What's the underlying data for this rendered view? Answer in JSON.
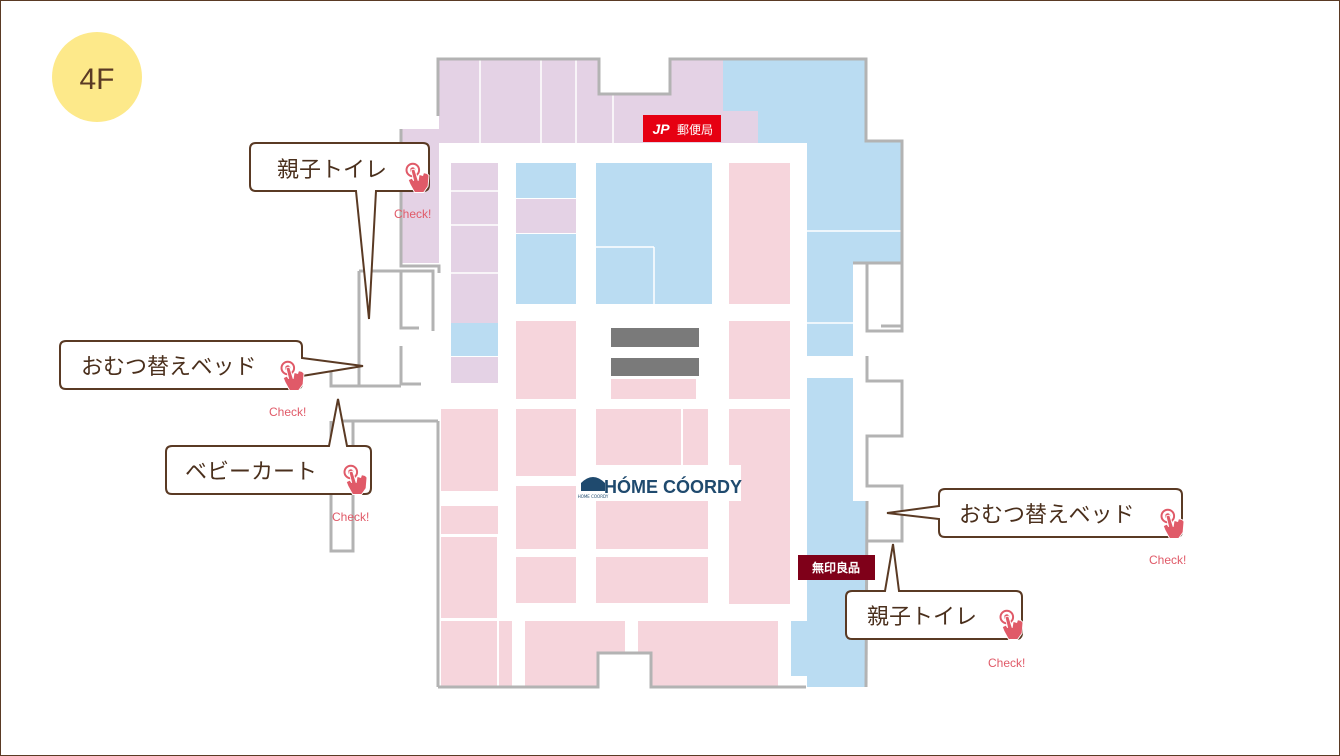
{
  "floor_label": "4F",
  "shops": {
    "post_office": "郵便局",
    "post_office_logo": "JP",
    "home_coordy": "HÓME CÓORDY",
    "home_coordy_sub": "HOME COORDY",
    "muji": "無印良品"
  },
  "callouts": [
    {
      "label": "親子トイレ",
      "check": "Check!"
    },
    {
      "label": "おむつ替えベッド",
      "check": "Check!"
    },
    {
      "label": "ベビーカート",
      "check": "Check!"
    },
    {
      "label": "おむつ替えベッド",
      "check": "Check!"
    },
    {
      "label": "親子トイレ",
      "check": "Check!"
    }
  ],
  "colors": {
    "accent": "#e05a68",
    "text_brown": "#5a3a24",
    "floor_badge": "#fde98a",
    "zone_purple": "#e4d2e5",
    "zone_blue": "#badcf2",
    "zone_pink": "#f6d5dc",
    "post_red": "#e60012",
    "muji_red": "#7f0019",
    "coordy_navy": "#1f4a6e"
  }
}
